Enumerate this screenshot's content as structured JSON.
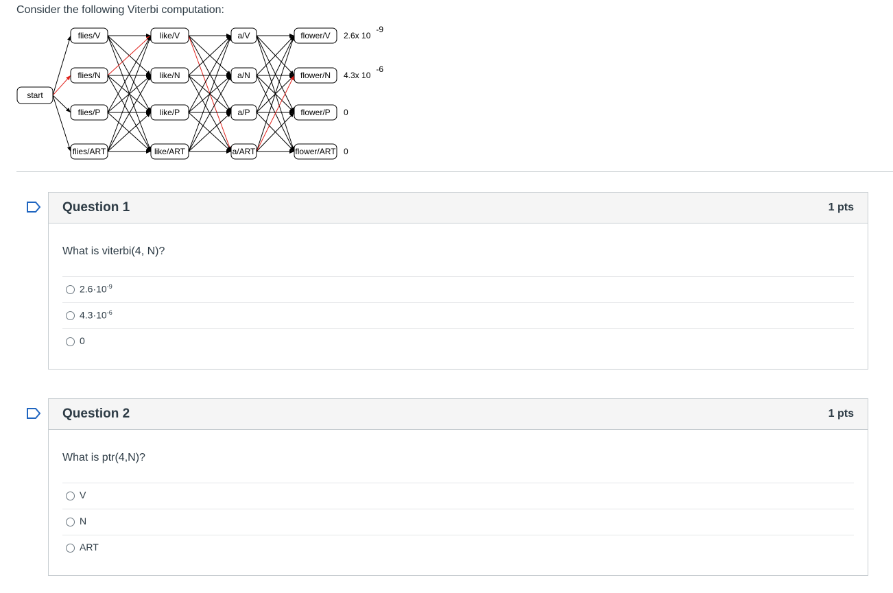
{
  "intro": "Consider the following Viterbi computation:",
  "trellis": {
    "start": "start",
    "col1": [
      "flies/V",
      "flies/N",
      "flies/P",
      "flies/ART"
    ],
    "col2": [
      "like/V",
      "like/N",
      "like/P",
      "like/ART"
    ],
    "col3": [
      "a/V",
      "a/N",
      "a/P",
      "a/ART"
    ],
    "col4": [
      "flower/V",
      "flower/N",
      "flower/P",
      "flower/ART"
    ],
    "probs": [
      {
        "base": "2.6x 10",
        "exp": "-9"
      },
      {
        "base": "4.3x 10",
        "exp": "-6"
      },
      {
        "base": "0",
        "exp": ""
      },
      {
        "base": "0",
        "exp": ""
      }
    ],
    "colors": {
      "best_path": "#e0201a",
      "edge": "#000000"
    }
  },
  "questions": [
    {
      "title": "Question 1",
      "points": "1 pts",
      "text": "What is viterbi(4, N)?",
      "answers": [
        {
          "base": "2.6·10",
          "exp": "-9"
        },
        {
          "base": "4.3·10",
          "exp": "-6"
        },
        {
          "base": "0",
          "exp": ""
        }
      ]
    },
    {
      "title": "Question 2",
      "points": "1 pts",
      "text": "What is ptr(4,N)?",
      "answers": [
        {
          "base": "V",
          "exp": ""
        },
        {
          "base": "N",
          "exp": ""
        },
        {
          "base": "ART",
          "exp": ""
        }
      ]
    }
  ]
}
